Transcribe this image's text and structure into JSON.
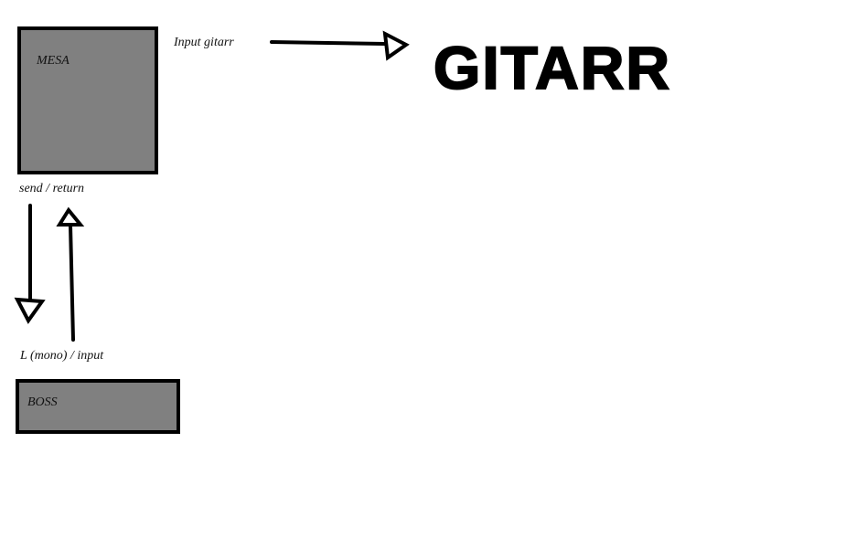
{
  "diagram": {
    "amp": {
      "label": "MESA"
    },
    "pedal": {
      "label": "BOSS"
    },
    "guitar": {
      "label": "GITARR"
    },
    "input_label": "Input gitarr",
    "send_return": {
      "send": "send",
      "separator": "/",
      "return": "return"
    },
    "pedal_ports": {
      "left": "L (mono)",
      "separator": "/",
      "input": "input"
    },
    "colors": {
      "box_fill": "#808080",
      "stroke": "#000000",
      "background": "#ffffff"
    }
  }
}
